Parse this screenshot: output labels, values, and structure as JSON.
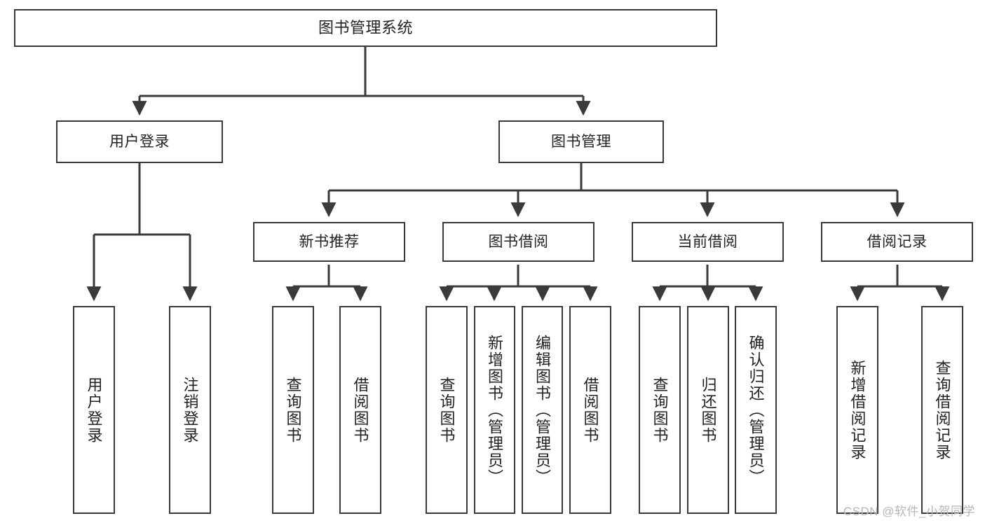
{
  "diagram": {
    "title": "图书管理系统",
    "watermark": "CSDN @软件_小贺同学",
    "colors": {
      "border": "#3a3a3a",
      "background": "#ffffff",
      "text": "#222222",
      "connector": "#3a3a3a",
      "watermark": "#b6b6b6"
    },
    "root": {
      "label": "图书管理系统"
    },
    "level2": [
      {
        "label": "用户登录"
      },
      {
        "label": "图书管理"
      }
    ],
    "level3": [
      {
        "label": "新书推荐"
      },
      {
        "label": "图书借阅"
      },
      {
        "label": "当前借阅"
      },
      {
        "label": "借阅记录"
      }
    ],
    "leaves": {
      "user_login": [
        {
          "label": "用户登录"
        },
        {
          "label": "注销登录"
        }
      ],
      "new_book_recommend": [
        {
          "label": "查询图书"
        },
        {
          "label": "借阅图书"
        }
      ],
      "book_borrow": [
        {
          "label": "查询图书"
        },
        {
          "label": "新增图书（管理员）"
        },
        {
          "label": "编辑图书（管理员）"
        },
        {
          "label": "借阅图书"
        }
      ],
      "current_borrow": [
        {
          "label": "查询图书"
        },
        {
          "label": "归还图书"
        },
        {
          "label": "确认归还（管理员）"
        }
      ],
      "borrow_record": [
        {
          "label": "新增借阅记录"
        },
        {
          "label": "查询借阅记录"
        }
      ]
    }
  }
}
